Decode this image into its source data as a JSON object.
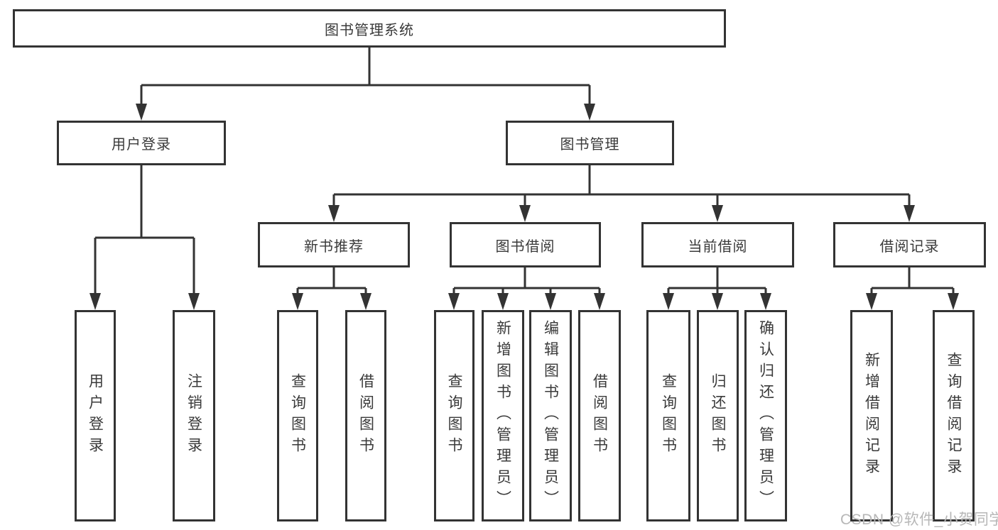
{
  "diagram": {
    "type": "hierarchy-tree",
    "root": {
      "label": "图书管理系统"
    },
    "level2": [
      {
        "label": "用户登录"
      },
      {
        "label": "图书管理"
      }
    ],
    "level3": [
      {
        "label": "新书推荐"
      },
      {
        "label": "图书借阅"
      },
      {
        "label": "当前借阅"
      },
      {
        "label": "借阅记录"
      }
    ],
    "leaves": {
      "user_login": [
        {
          "label": "用户登录"
        },
        {
          "label": "注销登录"
        }
      ],
      "new_books": [
        {
          "label": "查询图书"
        },
        {
          "label": "借阅图书"
        }
      ],
      "book_borrow": [
        {
          "label": "查询图书"
        },
        {
          "label": "新增图书（管理员）"
        },
        {
          "label": "编辑图书（管理员）"
        },
        {
          "label": "借阅图书"
        }
      ],
      "current_borrow": [
        {
          "label": "查询图书"
        },
        {
          "label": "归还图书"
        },
        {
          "label": "确认归还（管理员）"
        }
      ],
      "borrow_records": [
        {
          "label": "新增借阅记录"
        },
        {
          "label": "查询借阅记录"
        }
      ]
    }
  },
  "watermark": {
    "text": "CSDN @软件_小贺同学"
  },
  "colors": {
    "line": "#333333",
    "box_border": "#333333",
    "box_background": "#ffffff",
    "text": "#3a3a3a",
    "watermark": "#b7b7b7",
    "page_background": "#ffffff"
  }
}
